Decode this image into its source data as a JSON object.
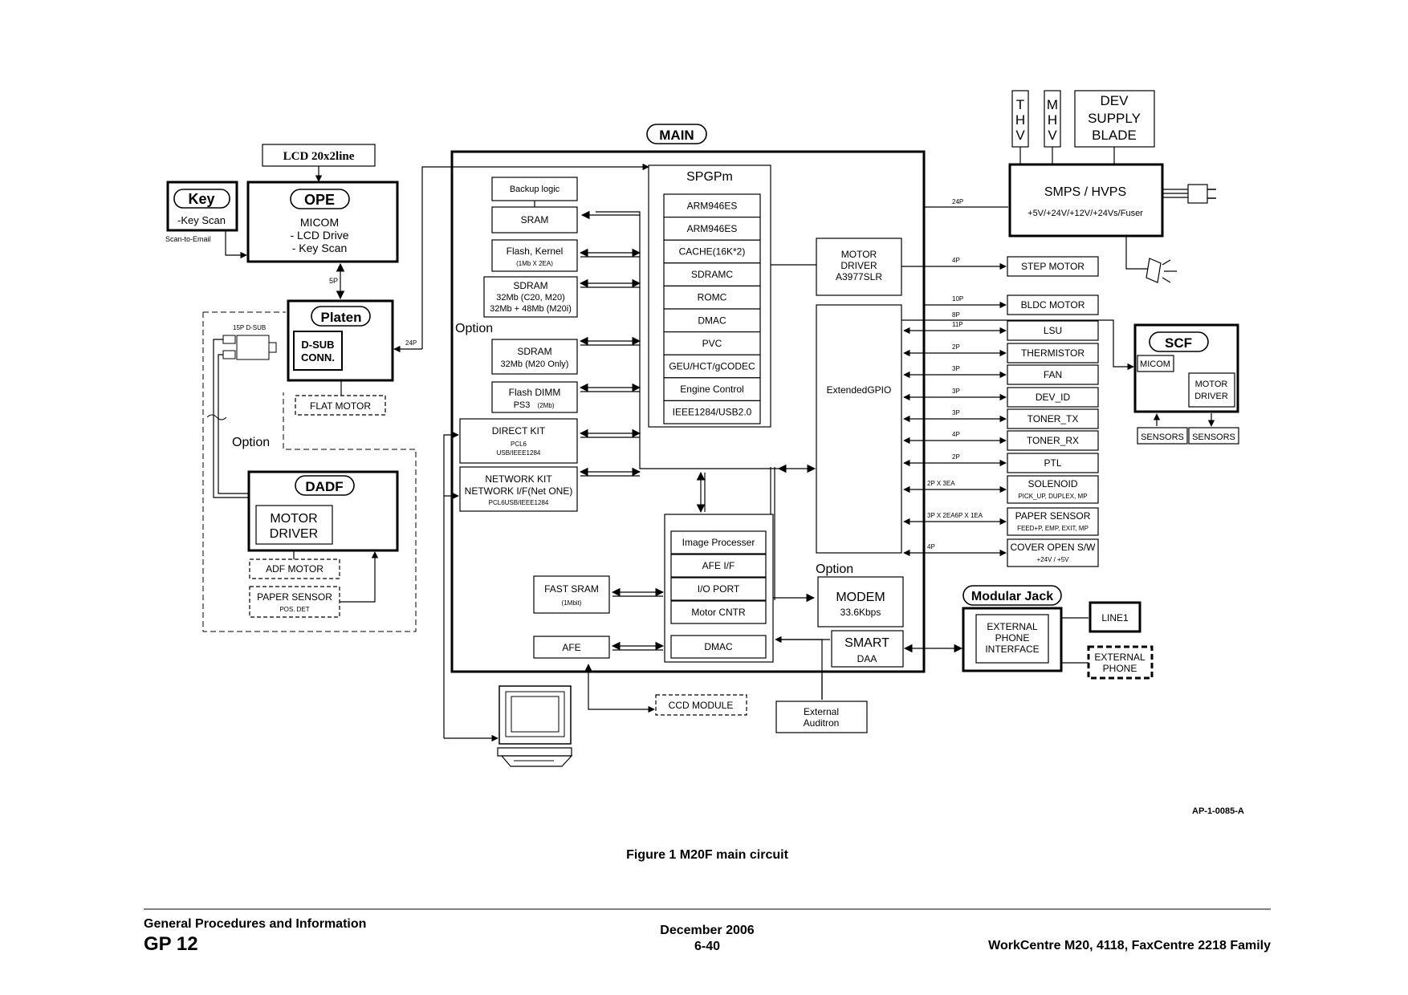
{
  "lcd": "LCD 20x2line",
  "key": {
    "title": "Key",
    "line1": "-Key Scan",
    "sub": "Scan-to-Email"
  },
  "ope": {
    "title": "OPE",
    "line1": "MICOM",
    "line2": "- LCD Drive",
    "line3": "- Key Scan"
  },
  "platen": {
    "title": "Platen",
    "conn1": "D-SUB",
    "conn2": "CONN.",
    "flat_motor": "FLAT MOTOR",
    "dsub15": "15P D-SUB"
  },
  "option_left": "Option",
  "dadf": {
    "title": "DADF",
    "motor1": "MOTOR",
    "motor2": "DRIVER",
    "adf_motor": "ADF MOTOR",
    "ps1": "PAPER SENSOR",
    "ps2": "POS. DET"
  },
  "pin_labels": {
    "p5": "5P",
    "p24_left": "24P",
    "p24_top": "24P"
  },
  "main": {
    "title": "MAIN",
    "backup": "Backup logic",
    "sram": "SRAM",
    "flash1": "Flash, Kernel",
    "flash2": "(1Mb X 2EA)",
    "sdram1_1": "SDRAM",
    "sdram1_2": "32Mb (C20, M20)",
    "sdram1_3": "32Mb + 48Mb (M20i)",
    "option": "Option",
    "sdram2_1": "SDRAM",
    "sdram2_2": "32Mb (M20 Only)",
    "dimm1": "Flash DIMM",
    "dimm2": "PS3",
    "dimm3": "(2Mb)",
    "dk1": "DIRECT KIT",
    "dk2": "PCL6",
    "dk3": "USB/IEEE1284",
    "nk1": "NETWORK KIT",
    "nk2": "NETWORK I/F(Net ONE)",
    "nk3": "PCL6USB/IEEE1284",
    "spgpm": "SPGPm",
    "spgpm_items": [
      "ARM946ES",
      "ARM946ES",
      "CACHE(16K*2)",
      "SDRAMC",
      "ROMC",
      "DMAC",
      "PVC",
      "GEU/HCT/gCODEC",
      "Engine Control",
      "IEEE1284/USB2.0"
    ],
    "motor_driver": [
      "MOTOR",
      "DRIVER",
      "A3977SLR"
    ],
    "gpio": "ExtendedGPIO",
    "image_items": [
      "Image Processer",
      "AFE I/F",
      "I/O PORT",
      "Motor CNTR",
      "DMAC"
    ],
    "fast_sram1": "FAST SRAM",
    "fast_sram2": "(1Mbit)",
    "afe": "AFE",
    "option2": "Option",
    "modem1": "MODEM",
    "modem2": "33.6Kbps",
    "smart1": "SMART",
    "smart2": "DAA"
  },
  "ccd": "CCD MODULE",
  "auditron": [
    "External",
    "Auditron"
  ],
  "hv": {
    "thv": [
      "T",
      "H",
      "V"
    ],
    "mhv": [
      "M",
      "H",
      "V"
    ],
    "dev": [
      "DEV",
      "SUPPLY",
      "BLADE"
    ]
  },
  "smps": {
    "title": "SMPS / HVPS",
    "sub": "+5V/+24V/+12V/+24Vs/Fuser"
  },
  "right_parts": [
    {
      "pin": "4P",
      "label": "STEP MOTOR"
    },
    {
      "pin": "10P",
      "label": "BLDC MOTOR"
    },
    {
      "pin": "11P",
      "label": "LSU"
    },
    {
      "pin": "2P",
      "label": "THERMISTOR"
    },
    {
      "pin": "3P",
      "label": "FAN"
    },
    {
      "pin": "3P",
      "label": "DEV_ID"
    },
    {
      "pin": "3P",
      "label": "TONER_TX"
    },
    {
      "pin": "4P",
      "label": "TONER_RX"
    },
    {
      "pin": "2P",
      "label": "PTL"
    },
    {
      "pin": "2P X 3EA",
      "label": "SOLENOID",
      "sub": "PICK_UP, DUPLEX, MP"
    },
    {
      "pin": "3P X 2EA6P X 1EA",
      "label": "PAPER SENSOR",
      "sub": "FEED+P, EMP, EXIT, MP"
    },
    {
      "pin": "4P",
      "label": "COVER OPEN S/W",
      "sub": "+24V / +5V"
    }
  ],
  "pin_8p": "8P",
  "scf": {
    "title": "SCF",
    "micom": "MICOM",
    "md1": "MOTOR",
    "md2": "DRIVER",
    "sensors1": "SENSORS",
    "sensors2": "SENSORS"
  },
  "modular": {
    "title": "Modular Jack",
    "ext": [
      "EXTERNAL",
      "PHONE",
      "INTERFACE"
    ],
    "line1": "LINE1",
    "phone": [
      "EXTERNAL",
      "PHONE"
    ]
  },
  "code": "AP-1-0085-A",
  "caption": "Figure 1 M20F main circuit",
  "footer": {
    "section": "General Procedures and Information",
    "gp": "GP 12",
    "date": "December 2006",
    "page": "6-40",
    "product": "WorkCentre M20, 4118, FaxCentre 2218 Family"
  }
}
